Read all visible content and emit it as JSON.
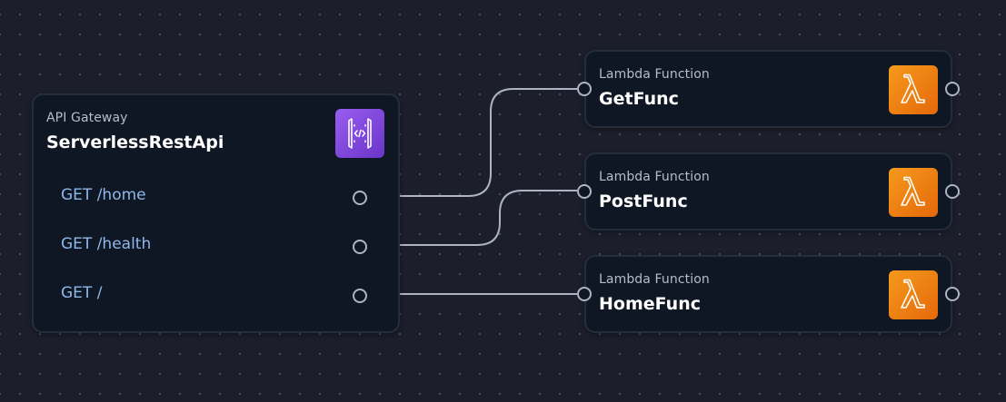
{
  "api_gateway": {
    "type_label": "API Gateway",
    "title": "ServerlessRestApi",
    "icon": "api-gateway-icon",
    "icon_color": "#7b42dd",
    "routes": [
      {
        "label": "GET /home",
        "target": "GetFunc"
      },
      {
        "label": "GET /health",
        "target": "PostFunc"
      },
      {
        "label": "GET /",
        "target": "HomeFunc"
      }
    ]
  },
  "lambdas": [
    {
      "type_label": "Lambda Function",
      "title": "GetFunc",
      "icon": "lambda-icon"
    },
    {
      "type_label": "Lambda Function",
      "title": "PostFunc",
      "icon": "lambda-icon"
    },
    {
      "type_label": "Lambda Function",
      "title": "HomeFunc",
      "icon": "lambda-icon"
    }
  ],
  "colors": {
    "background": "#1c1e2b",
    "node_background": "#0f1724",
    "route_text": "#8fb8ea",
    "edge": "#aeb5c2",
    "lambda_accent": "#ed7b11"
  }
}
